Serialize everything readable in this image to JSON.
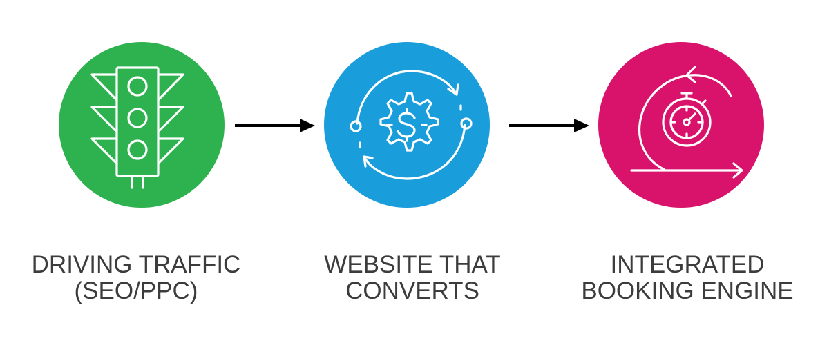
{
  "steps": [
    {
      "icon": "traffic-light-icon",
      "color": "#2eb24f",
      "line1": "DRIVING TRAFFIC",
      "line2": "(SEO/PPC)"
    },
    {
      "icon": "gear-dollar-cycle-icon",
      "color": "#1a9ddb",
      "line1": "WEBSITE THAT",
      "line2": "CONVERTS"
    },
    {
      "icon": "stopwatch-cycle-icon",
      "color": "#d9136b",
      "line1": "INTEGRATED",
      "line2": "BOOKING ENGINE"
    }
  ],
  "arrow_color": "#000000"
}
